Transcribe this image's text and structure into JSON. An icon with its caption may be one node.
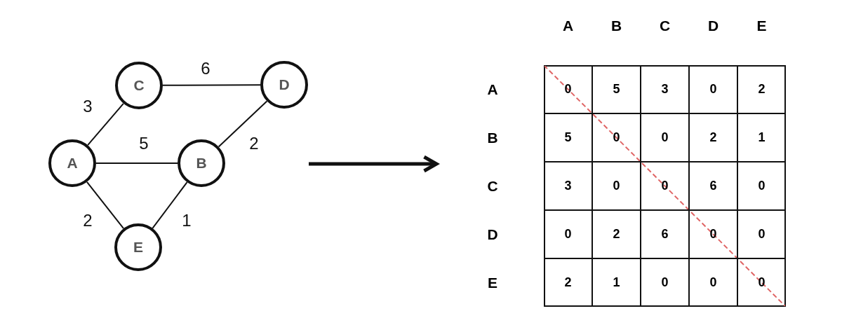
{
  "diagram": {
    "nodes": [
      {
        "text": [
          "C"
        ]
      },
      {
        "text": [
          "D"
        ]
      },
      {
        "text": [
          "A"
        ]
      },
      {
        "text": [
          "B"
        ]
      },
      {
        "text": [
          "E"
        ]
      }
    ],
    "edges": [
      {
        "from": 2,
        "to": 0,
        "arrow": "none",
        "label": "3"
      },
      {
        "from": 0,
        "to": 1,
        "arrow": "none",
        "label": "6"
      },
      {
        "from": 2,
        "to": 3,
        "arrow": "none",
        "label": "5"
      },
      {
        "from": 1,
        "to": 3,
        "arrow": "none",
        "label": "2"
      },
      {
        "from": 2,
        "to": 4,
        "arrow": "none",
        "label": "2"
      },
      {
        "from": 3,
        "to": 4,
        "arrow": "none",
        "label": "1"
      }
    ],
    "labels": [
      "A",
      "B",
      "C",
      "D",
      "E",
      "A",
      "0",
      "5",
      "3",
      "0",
      "2",
      "B",
      "5",
      "0",
      "0",
      "2",
      "1",
      "C",
      "3",
      "0",
      "0",
      "6",
      "0",
      "D",
      "0",
      "2",
      "6",
      "0",
      "0",
      "E",
      "2",
      "1",
      "0",
      "0",
      "0"
    ]
  }
}
